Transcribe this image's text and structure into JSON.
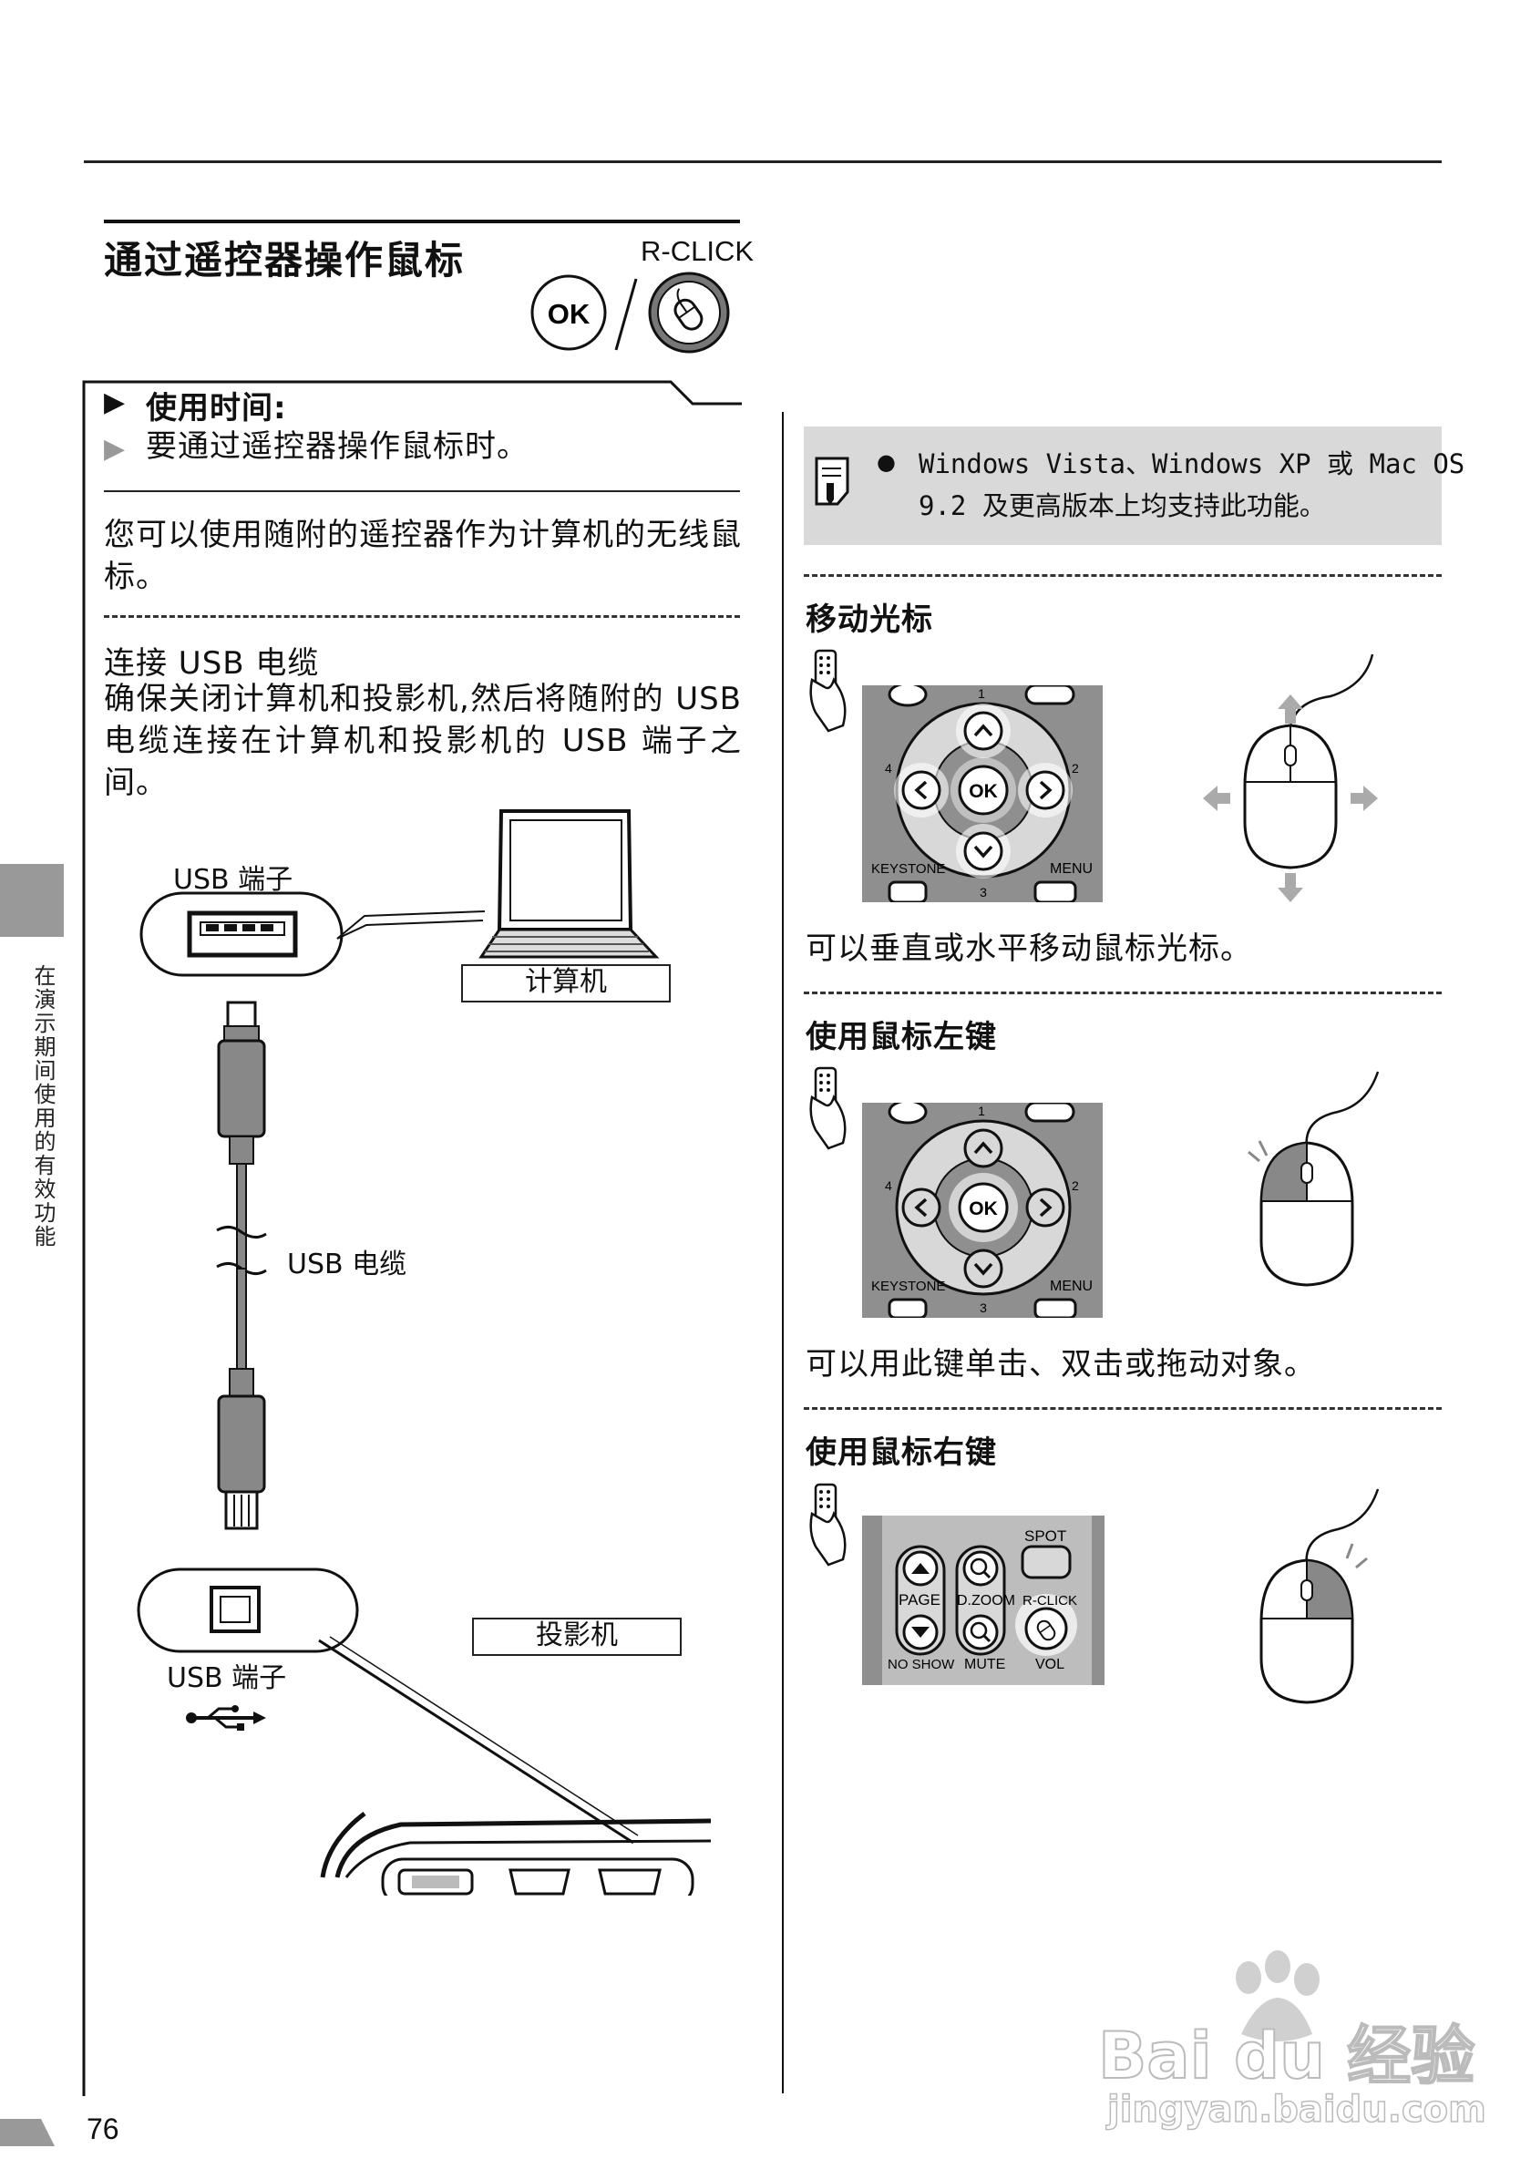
{
  "section": {
    "title": "通过遥控器操作鼠标",
    "rclick_label": "R-CLICK",
    "ok_label": "OK"
  },
  "when": {
    "heading": "使用时间:",
    "item": "要通过遥控器操作鼠标时。"
  },
  "intro": "您可以使用随附的遥控器作为计算机的无线鼠标。",
  "connect": {
    "heading": "连接 USB 电缆",
    "body": "确保关闭计算机和投影机,然后将随附的 USB 电缆连接在计算机和投影机的 USB 端子之间。",
    "usb_port_top": "USB 端子",
    "computer": "计算机",
    "usb_cable": "USB 电缆",
    "usb_port_bottom": "USB 端子",
    "projector": "投影机"
  },
  "note": {
    "line1": "Windows Vista、Windows XP 或 Mac OS",
    "line2": "9.2 及更高版本上均支持此功能。"
  },
  "move": {
    "heading": "移动光标",
    "caption": "可以垂直或水平移动鼠标光标。"
  },
  "left": {
    "heading": "使用鼠标左键",
    "caption": "可以用此键单击、双击或拖动对象。"
  },
  "right": {
    "heading": "使用鼠标右键"
  },
  "remote_labels": {
    "ok": "OK",
    "keystone": "KEYSTONE",
    "menu": "MENU",
    "n1": "1",
    "n2": "2",
    "n3": "3",
    "n4": "4",
    "spot": "SPOT",
    "page": "PAGE",
    "dzoom": "D.ZOOM",
    "rclick": "R-CLICK",
    "noshow": "NO SHOW",
    "mute": "MUTE",
    "vol": "VOL"
  },
  "side_tab": "在演示期间使用的有效功能",
  "page_number": "76",
  "watermark": {
    "brand": "Bai du 经验",
    "url": "jingyan.baidu.com"
  }
}
